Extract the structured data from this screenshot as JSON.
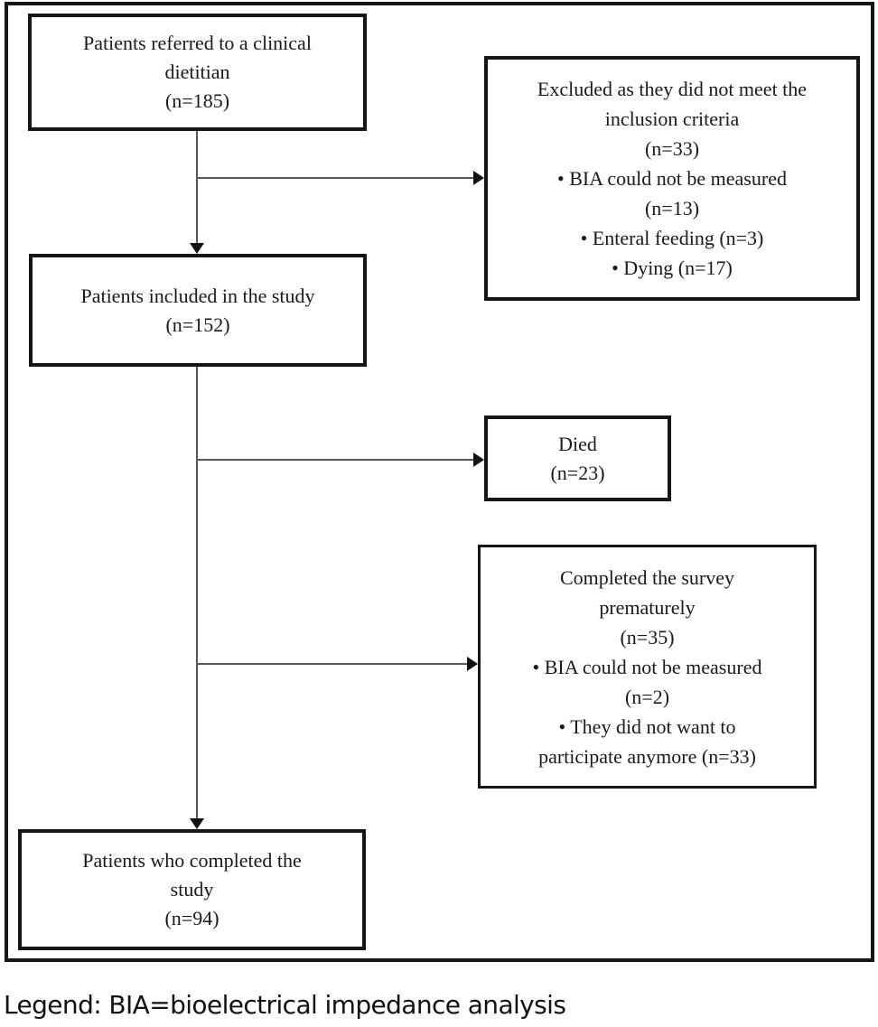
{
  "figure": {
    "boxes": [
      {
        "id": "referred",
        "lines": [
          "Patients referred to a clinical",
          "dietitian",
          "(n=185)"
        ]
      },
      {
        "id": "excluded",
        "lines": [
          "Excluded as they did not meet the",
          "inclusion criteria",
          "(n=33)",
          "• BIA could not be measured",
          "(n=13)",
          "• Enteral feeding (n=3)",
          "• Dying (n=17)"
        ]
      },
      {
        "id": "included",
        "lines": [
          "Patients included in the study",
          "(n=152)"
        ]
      },
      {
        "id": "died",
        "lines": [
          "Died",
          "(n=23)"
        ]
      },
      {
        "id": "premature",
        "lines": [
          "Completed the survey",
          "prematurely",
          "(n=35)",
          "• BIA could not be measured",
          "(n=2)",
          "• They did not want to",
          "participate anymore (n=33)"
        ]
      },
      {
        "id": "completed",
        "lines": [
          "Patients who completed the",
          "study",
          "(n=94)"
        ]
      }
    ],
    "legend": "Legend: BIA=bioelectrical impedance analysis",
    "colors": {
      "border": "#161616",
      "text": "#1a1a1a",
      "connector": "#575757",
      "arrowhead": "#111111"
    }
  }
}
